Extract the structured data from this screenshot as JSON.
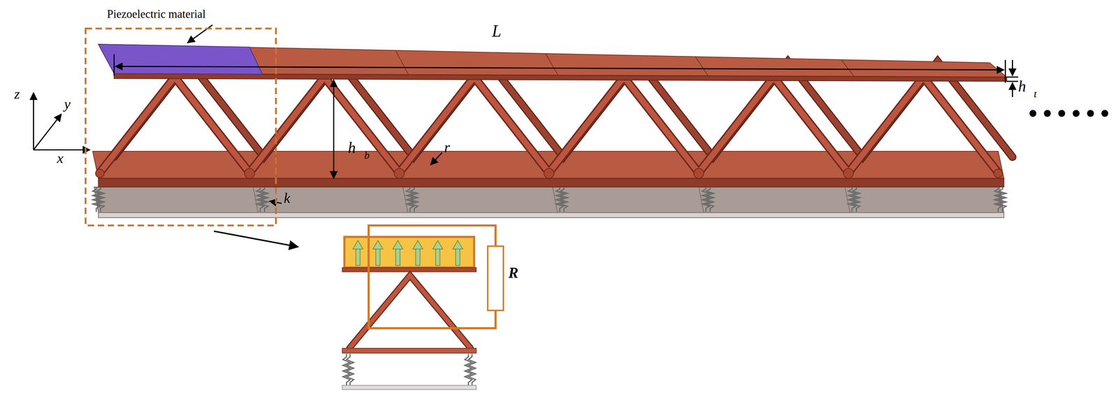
{
  "diagram": {
    "labels": [
      "Piezoelectric material",
      "L",
      "h",
      "t",
      "z",
      "y",
      "x",
      "h",
      "b",
      "r",
      "k",
      "R",
      "••••••"
    ]
  }
}
